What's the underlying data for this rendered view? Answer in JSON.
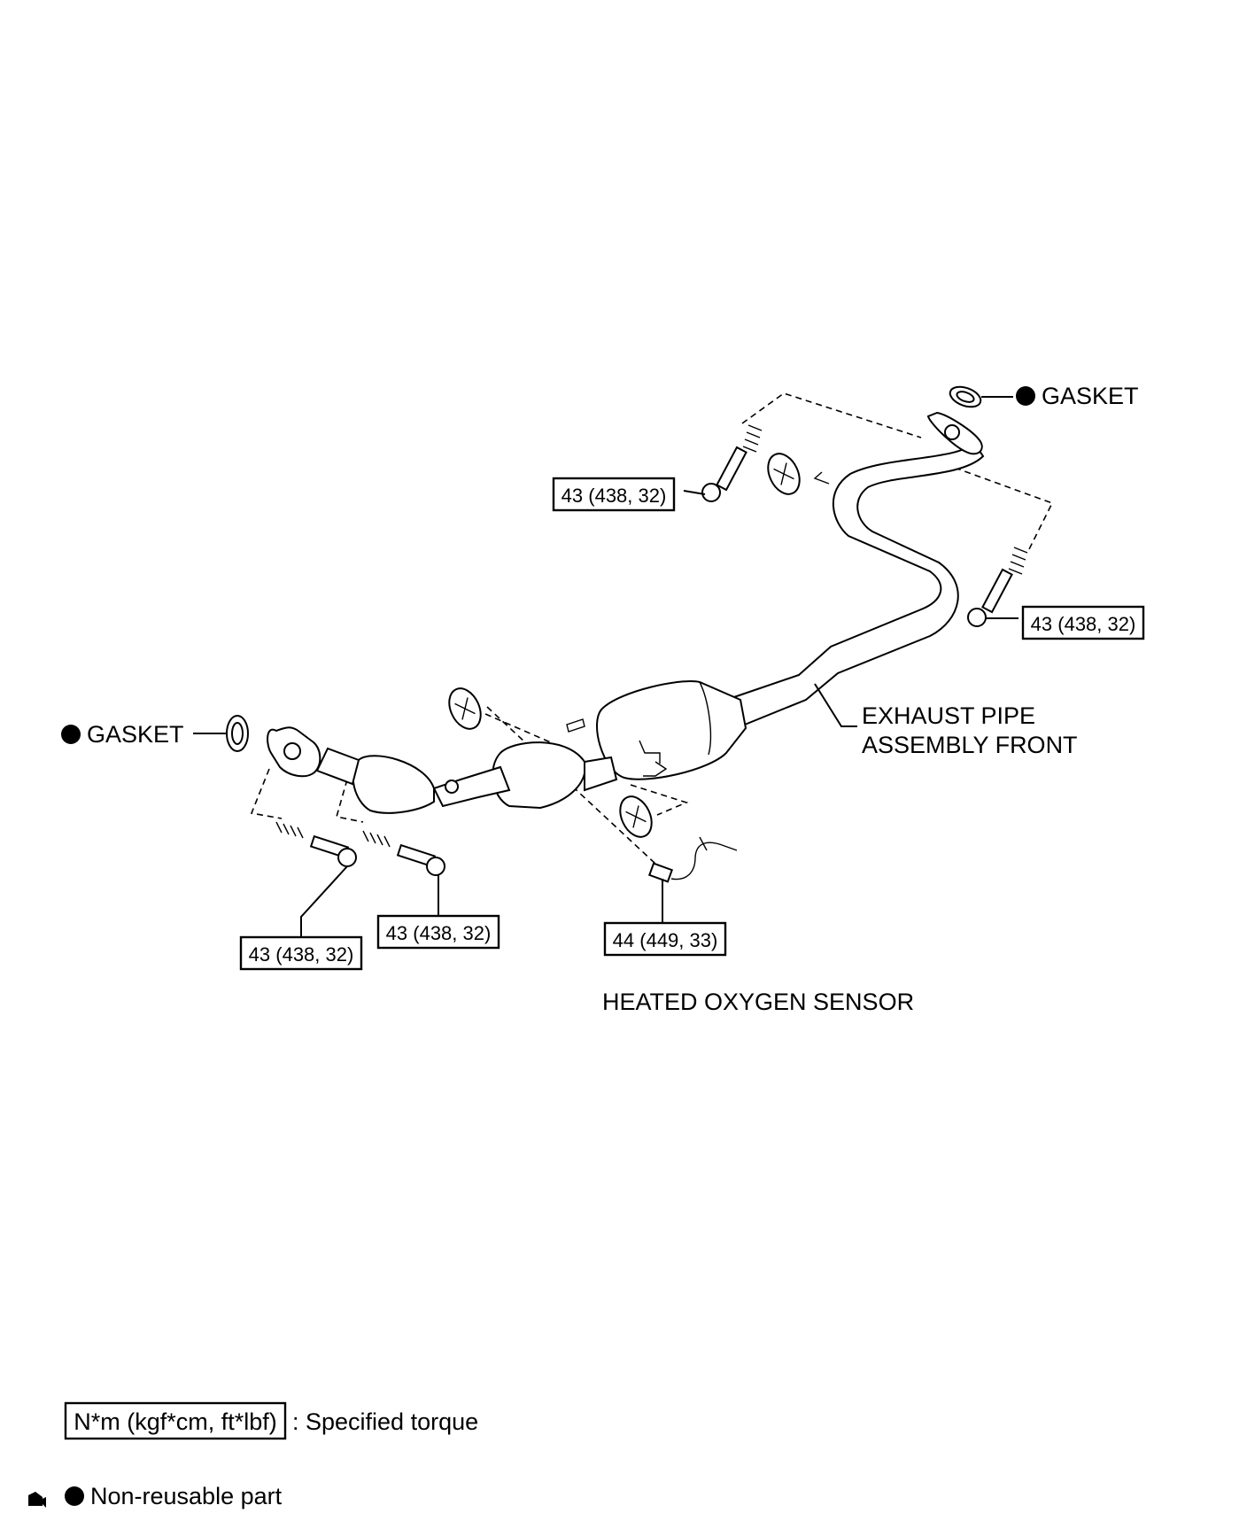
{
  "labels": {
    "gasket_top": "GASKET",
    "gasket_left": "GASKET",
    "exhaust_pipe_line1": "EXHAUST PIPE",
    "exhaust_pipe_line2": "ASSEMBLY FRONT",
    "heated_oxygen_sensor": "HEATED OXYGEN SENSOR"
  },
  "torque_specs": {
    "upper_left_bolt": "43 (438, 32)",
    "upper_right_bolt": "43 (438, 32)",
    "lower_left_bolt": "43 (438, 32)",
    "lower_middle_bolt": "43 (438, 32)",
    "oxygen_sensor": "44 (449, 33)"
  },
  "legend": {
    "torque_unit": "N*m (kgf*cm, ft*lbf)",
    "torque_desc": ": Specified torque",
    "non_reusable_desc": "Non-reusable part"
  },
  "icons": {
    "non_reusable_marker": "filled-circle-icon",
    "corner_mark": "small-glyph-icon"
  }
}
